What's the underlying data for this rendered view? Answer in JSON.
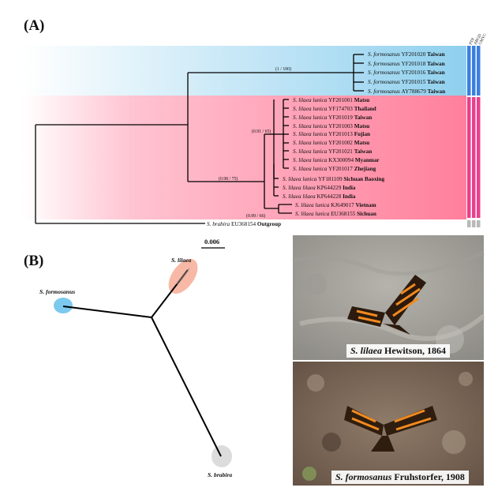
{
  "panels": {
    "a_label": "(A)",
    "b_label": "(B)"
  },
  "methods": [
    "PTP",
    "ABGD",
    "GMYC"
  ],
  "colors": {
    "clade_formosanus": "#8fd0ee",
    "clade_lilaea": "#ff7f9b",
    "bar_blue": "#3a7fe0",
    "bar_pink": "#ea3f8c",
    "bar_grey": "#b9b9b9",
    "ellipse_lilaea": "#f6a690",
    "ellipse_formosanus": "#7cc9ee",
    "ellipse_brabira": "#dcdcdc"
  },
  "tips": [
    {
      "species": "S. formosanus",
      "accession": "YF201020",
      "locality": "Taiwan"
    },
    {
      "species": "S. formosanus",
      "accession": "YF201018",
      "locality": "Taiwan"
    },
    {
      "species": "S. formosanus",
      "accession": "YF201016",
      "locality": "Taiwan"
    },
    {
      "species": "S. formosanus",
      "accession": "YF201015",
      "locality": "Taiwan"
    },
    {
      "species": "S. formosanus",
      "accession": "AY788679",
      "locality": "Taiwan"
    },
    {
      "species": "S. lilaea lunica",
      "accession": "YF201001",
      "locality": "Matsu"
    },
    {
      "species": "S. lilaea lunica",
      "accession": "YF174703",
      "locality": "Thailand"
    },
    {
      "species": "S. lilaea lunica",
      "accession": "YF201019",
      "locality": "Taiwan"
    },
    {
      "species": "S. lilaea lunica",
      "accession": "YF201003",
      "locality": "Matsu"
    },
    {
      "species": "S. lilaea lunica",
      "accession": "YF201013",
      "locality": "Fujian"
    },
    {
      "species": "S. lilaea lunica",
      "accession": "YF201002",
      "locality": "Matsu"
    },
    {
      "species": "S. lilaea lunica",
      "accession": "YF201021",
      "locality": "Taiwan"
    },
    {
      "species": "S. lilaea lunica",
      "accession": "KX300094",
      "locality": "Myanmar"
    },
    {
      "species": "S. lilaea lunica",
      "accession": "YF201017",
      "locality": "Zhejiang"
    },
    {
      "species": "S. lilaea lunica",
      "accession": "YF181109",
      "locality": "Sichuan Baoxing"
    },
    {
      "species": "S. lilaea lilaea",
      "accession": "KP644229",
      "locality": "India"
    },
    {
      "species": "S. lilaea lilaea",
      "accession": "KP644228",
      "locality": "India"
    },
    {
      "species": "S. lilaea lunica",
      "accession": "KJ649017",
      "locality": "Vietnam"
    },
    {
      "species": "S. lilaea lunica",
      "accession": "EU368155",
      "locality": "Sichuan"
    },
    {
      "species": "S. brabira",
      "accession": "EU368154",
      "locality": "Outgroup"
    }
  ],
  "supports": {
    "formosanus": "(1 / 100)",
    "lilaea_inner": "(0.91 / 65)",
    "lilaea_crown": "(0.98 / 75)",
    "vietnam_sichuan": "(0.99 / 66)"
  },
  "scale_bar": "0.006",
  "network_labels": {
    "lilaea": "S. lilaea",
    "formosanus": "S. formosanus",
    "brabira": "S. brabira"
  },
  "photos": [
    {
      "species": "S. lilaea",
      "authority": "Hewitson, 1864",
      "icon": "butterfly-photo-lilaea"
    },
    {
      "species": "S. formosanus",
      "authority": "Fruhstorfer, 1908",
      "icon": "butterfly-photo-formosanus"
    }
  ]
}
